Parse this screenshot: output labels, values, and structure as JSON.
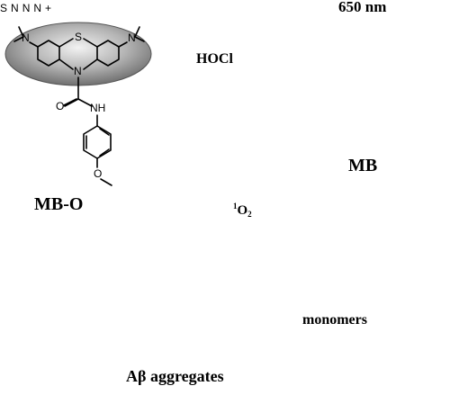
{
  "labels": {
    "wavelength": "650 nm",
    "reagent": "HOCl",
    "probe": "MB-O",
    "product": "MB",
    "aggregates": "Aβ aggregates",
    "monomers": "monomers",
    "singlet_oxygen_sup": "1",
    "singlet_oxygen_main": "O",
    "singlet_oxygen_sub": "2"
  },
  "atoms": {
    "sulfur": "S",
    "nitrogen": "N",
    "amide_nh": "NH",
    "oxygen": "O",
    "charge": "+"
  },
  "colors": {
    "arrow_blue": "#4a78c2",
    "arrow_red": "#cc2020",
    "mbo_ellipse": "#8a8a8a",
    "mb_ellipse": "#e84a4a",
    "light_beam": "#e8001c",
    "fibril": "#3f9a88"
  }
}
